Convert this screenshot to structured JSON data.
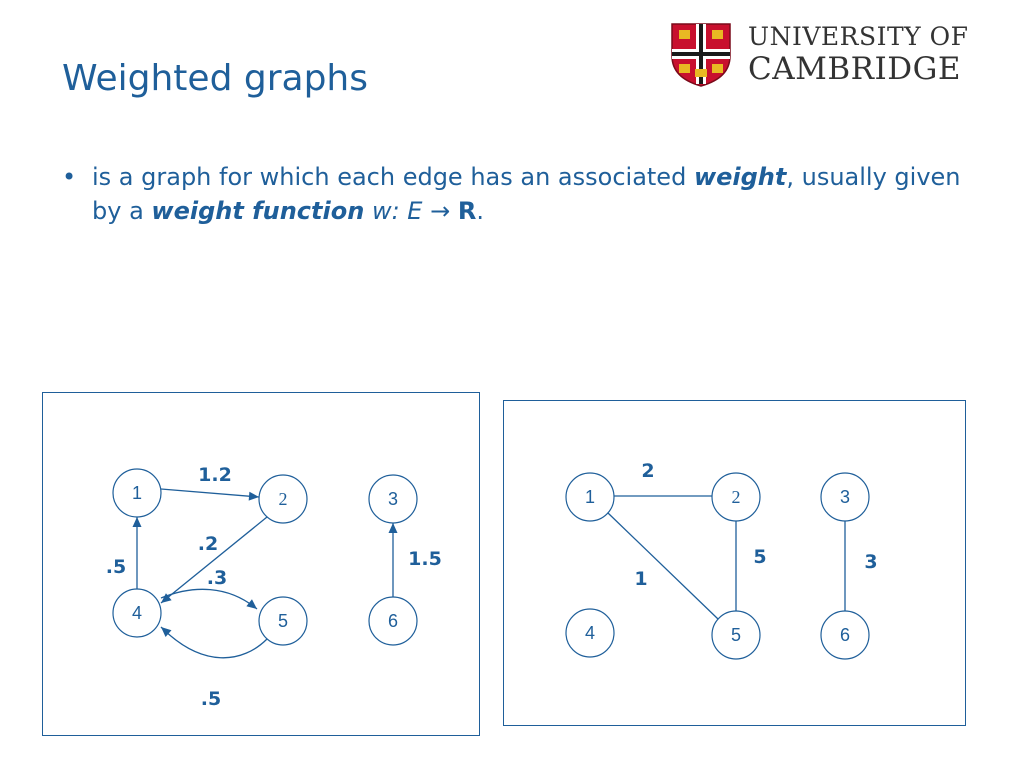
{
  "slide": {
    "title": "Weighted graphs",
    "bullet": {
      "lead": " is a graph for which each edge has an associated ",
      "term1": "weight",
      "mid": ", usually given by a ",
      "term2": "weight function",
      "func": "w: E",
      "arrow": "→",
      "codomain": "R",
      "end": "."
    }
  },
  "logo": {
    "line1": "UNIVERSITY OF",
    "line2": "CAMBRIDGE"
  },
  "icons": [
    "cambridge-crest-icon",
    "bullet-icon",
    "arrowhead-icon"
  ],
  "colors": {
    "accent": "#1f5f9a",
    "logo_text": "#333333",
    "crest_red": "#c8102e",
    "crest_gold": "#e8b923"
  },
  "graphs": {
    "directed": {
      "nodes": [
        {
          "id": "1",
          "label": "1"
        },
        {
          "id": "2",
          "label": "2"
        },
        {
          "id": "3",
          "label": "3"
        },
        {
          "id": "4",
          "label": "4"
        },
        {
          "id": "5",
          "label": "5"
        },
        {
          "id": "6",
          "label": "6"
        }
      ],
      "edges": [
        {
          "from": "1",
          "to": "2",
          "weight": "1.2"
        },
        {
          "from": "2",
          "to": "4",
          "weight": ".2"
        },
        {
          "from": "4",
          "to": "1",
          "weight": ".5"
        },
        {
          "from": "4",
          "to": "5",
          "weight": ".3"
        },
        {
          "from": "5",
          "to": "4",
          "weight": ".5"
        },
        {
          "from": "6",
          "to": "3",
          "weight": "1.5"
        }
      ]
    },
    "undirected": {
      "nodes": [
        {
          "id": "1",
          "label": "1"
        },
        {
          "id": "2",
          "label": "2"
        },
        {
          "id": "3",
          "label": "3"
        },
        {
          "id": "4",
          "label": "4"
        },
        {
          "id": "5",
          "label": "5"
        },
        {
          "id": "6",
          "label": "6"
        }
      ],
      "edges": [
        {
          "from": "1",
          "to": "2",
          "weight": "2"
        },
        {
          "from": "1",
          "to": "5",
          "weight": "1"
        },
        {
          "from": "2",
          "to": "5",
          "weight": "5"
        },
        {
          "from": "3",
          "to": "6",
          "weight": "3"
        }
      ]
    }
  }
}
